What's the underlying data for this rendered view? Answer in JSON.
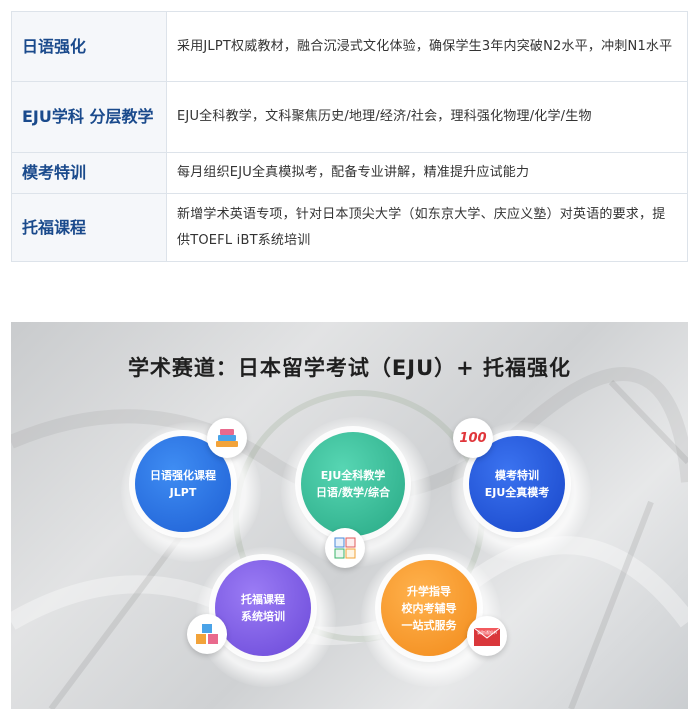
{
  "table": {
    "rows": [
      {
        "label": "日语强化",
        "desc": "采用JLPT权威教材，融合沉浸式文化体验，确保学生3年内突破N2水平，冲刺N1水平"
      },
      {
        "label": "EJU学科 分层教学",
        "desc": "EJU全科教学，文科聚焦历史/地理/经济/社会，理科强化物理/化学/生物"
      },
      {
        "label": "模考特训",
        "desc": "每月组织EJU全真模拟考，配备专业讲解，精准提升应试能力"
      },
      {
        "label": "托福课程",
        "desc": "新增学术英语专项，针对日本顶尖大学（如东京大学、庆应义塾）对英语的要求，提供TOEFL iBT系统培训"
      }
    ]
  },
  "banner": {
    "title": "学术赛道：日本留学考试（EJU）+ 托福强化",
    "nodes": {
      "jlpt": {
        "line1": "日语强化课程",
        "line2": "JLPT"
      },
      "eju": {
        "line1": "EJU全科教学",
        "line2": "日语/数学/综合"
      },
      "mock": {
        "line1": "模考特训",
        "line2": "EJU全真模考"
      },
      "toefl": {
        "line1": "托福课程",
        "line2": "系统培训"
      },
      "guide": {
        "line1": "升学指导",
        "line2": "校内考辅导",
        "line3": "一站式服务"
      }
    },
    "badges": {
      "books": "books-icon",
      "score": "100",
      "abc": "abc-blocks-icon",
      "math": "math-symbols-icon",
      "letter": "录取通知书"
    },
    "colors": {
      "blue": "#1e5fd4",
      "green": "#27a884",
      "purple": "#6a48d8",
      "orange": "#f28a1a"
    }
  }
}
